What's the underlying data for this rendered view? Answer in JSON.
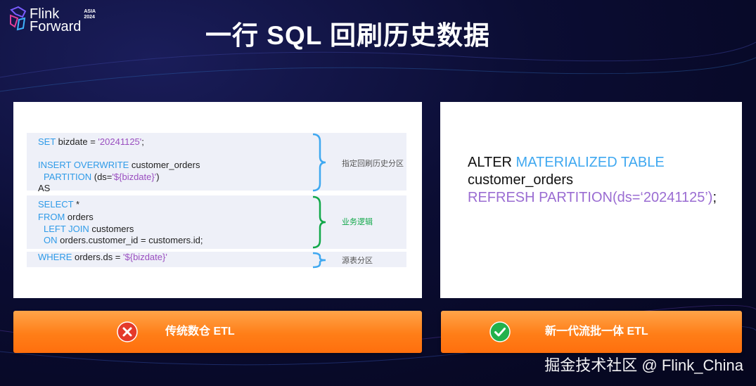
{
  "logo": {
    "line1": "Flink",
    "line2": "Forward",
    "tag1": "ASIA",
    "tag2": "2024"
  },
  "title": "一行 SQL 回刷历史数据",
  "left_code": {
    "lines": [
      {
        "kw": "SET",
        "text": " bizdate = ",
        "str": "'20241125'",
        "tail": ";"
      },
      {
        "kw": "INSERT OVERWRITE",
        "text": " customer_orders",
        "str": "",
        "tail": ""
      },
      {
        "kw": "PARTITION",
        "text": " (ds=",
        "str": "'${bizdate}'",
        "tail": ")"
      },
      {
        "kw": "",
        "text": "AS",
        "str": "",
        "tail": ""
      },
      {
        "kw": "SELECT",
        "text": " *",
        "str": "",
        "tail": ""
      },
      {
        "kw": "FROM",
        "text": " orders",
        "str": "",
        "tail": ""
      },
      {
        "kw": "LEFT JOIN",
        "text": " customers",
        "str": "",
        "tail": ""
      },
      {
        "kw": "ON",
        "text": " orders.customer_id = customers.id;",
        "str": "",
        "tail": ""
      },
      {
        "kw": "WHERE",
        "text": " orders.ds = ",
        "str": "'${bizdate}'",
        "tail": ""
      }
    ],
    "notes": [
      "指定回刷历史分区",
      "业务逻辑",
      "源表分区"
    ]
  },
  "right_code": {
    "line1_plain": "ALTER ",
    "line1_kw": "MATERIALIZED TABLE",
    "line2": "customer_orders",
    "line3_purple": "REFRESH PARTITION(ds=‘20241125’)",
    "line3_tail": ";"
  },
  "bars": {
    "left_label": "传统数仓 ETL",
    "right_label": "新一代流批一体 ETL",
    "left_icon": "cross-icon",
    "right_icon": "check-icon"
  },
  "colors": {
    "keyword": "#2f9be8",
    "string": "#9a4fc0",
    "orange": "#ff7e18",
    "cross_red": "#e53a2a",
    "check_green": "#22b14c"
  },
  "watermark": "掘金技术社区 @ Flink_China"
}
